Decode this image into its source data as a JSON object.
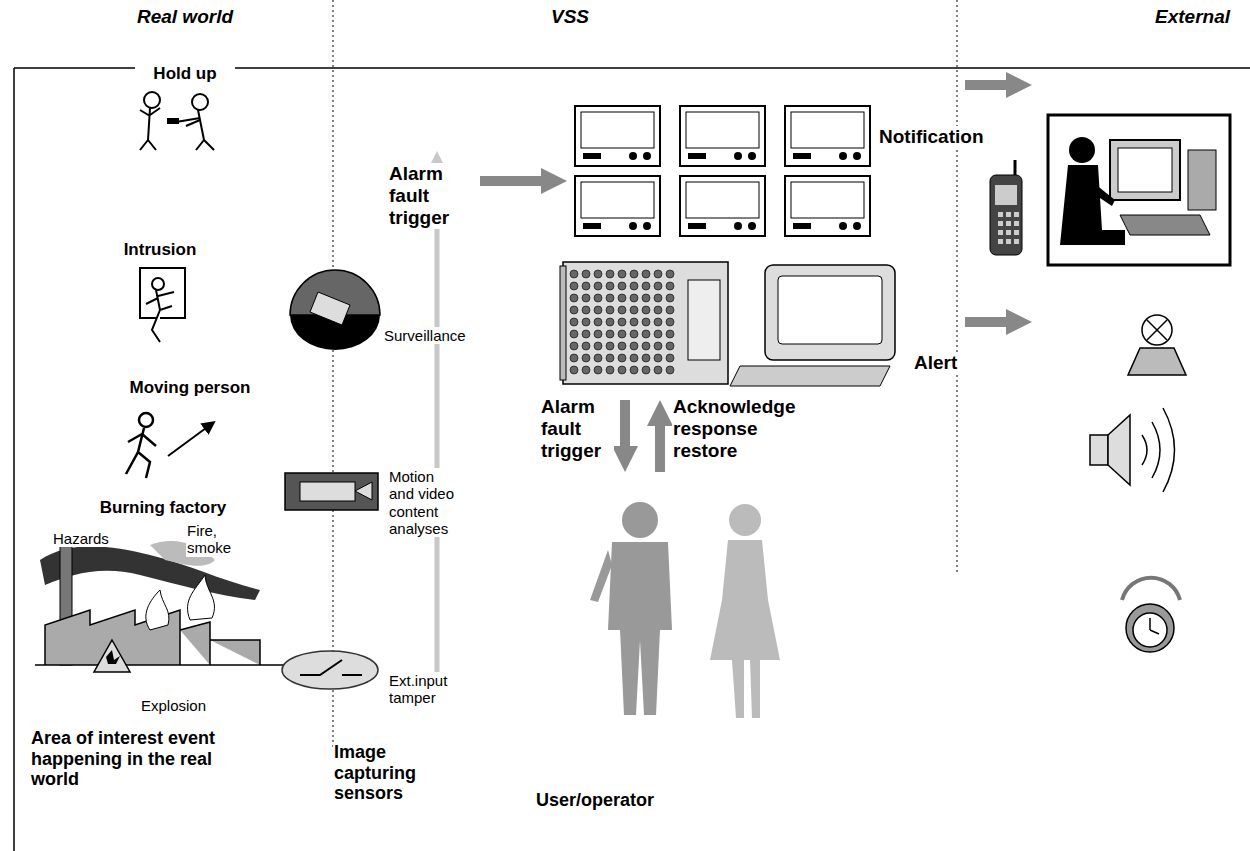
{
  "diagram": {
    "labels": [
      "Real world",
      "VSS",
      "External",
      "Hold up",
      "Intrusion",
      "Moving person",
      "Burning factory",
      "Hazards",
      "Fire, smoke",
      "Explosion",
      "Area of interest event happening in the real world",
      "Surveillance",
      "Motion and video content analyses",
      "Ext.input tamper",
      "Image capturing sensors",
      "Alarm fault trigger",
      "Notification",
      "Alert",
      "Alarm fault trigger",
      "Acknowledge response restore",
      "User/operator"
    ]
  }
}
